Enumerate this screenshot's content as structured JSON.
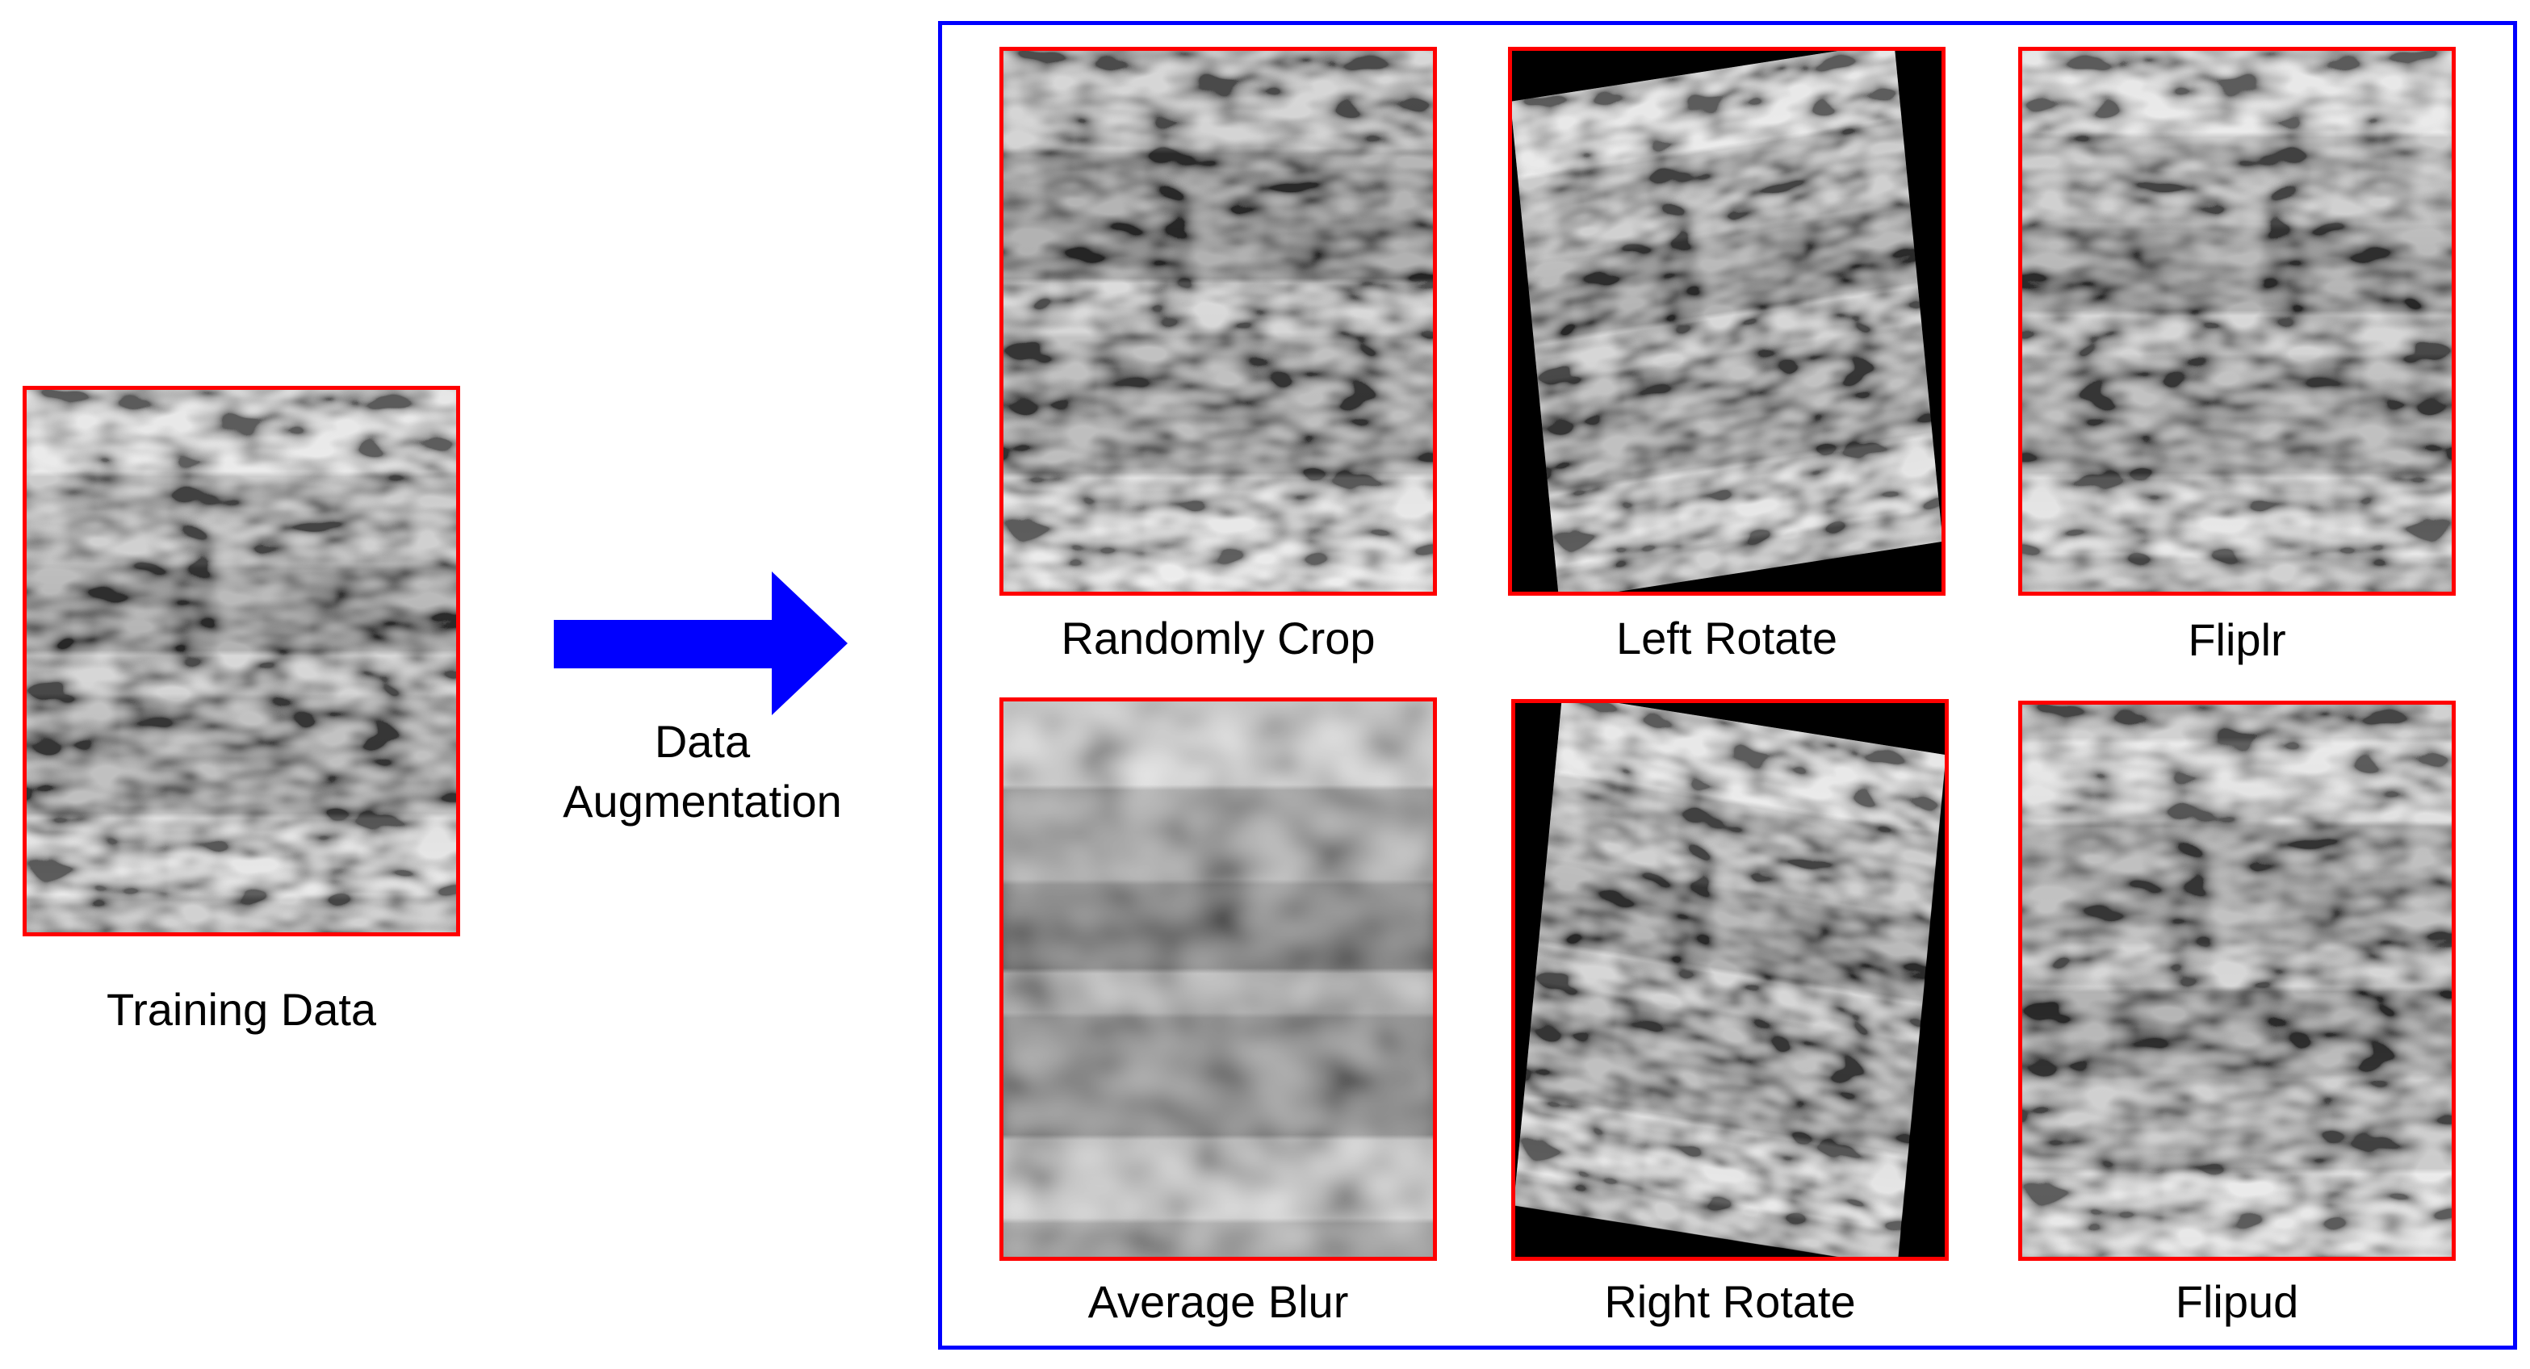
{
  "training": {
    "label": "Training Data"
  },
  "arrow": {
    "line1": "Data",
    "line2": "Augmentation",
    "color": "#0000ff"
  },
  "colors": {
    "tile_border": "#ff0000",
    "box_border": "#0000ff"
  },
  "tiles": [
    {
      "label": "Randomly Crop"
    },
    {
      "label": "Left Rotate"
    },
    {
      "label": "Fliplr"
    },
    {
      "label": "Average Blur"
    },
    {
      "label": "Right Rotate"
    },
    {
      "label": "Flipud"
    }
  ]
}
